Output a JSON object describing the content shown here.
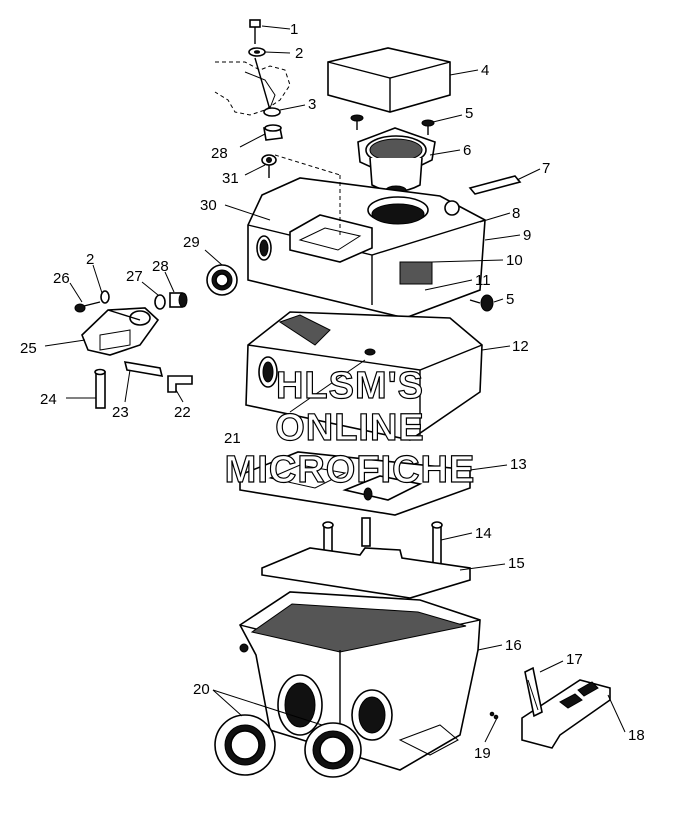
{
  "watermark": {
    "line1": "HLSM'S",
    "line2": "ONLINE",
    "line3": "MICROFICHE"
  },
  "callouts": [
    {
      "id": "c1",
      "label": "1"
    },
    {
      "id": "c2a",
      "label": "2"
    },
    {
      "id": "c3",
      "label": "3"
    },
    {
      "id": "c4",
      "label": "4"
    },
    {
      "id": "c5a",
      "label": "5"
    },
    {
      "id": "c6",
      "label": "6"
    },
    {
      "id": "c7",
      "label": "7"
    },
    {
      "id": "c8",
      "label": "8"
    },
    {
      "id": "c9",
      "label": "9"
    },
    {
      "id": "c10",
      "label": "10"
    },
    {
      "id": "c11",
      "label": "11"
    },
    {
      "id": "c5b",
      "label": "5"
    },
    {
      "id": "c12",
      "label": "12"
    },
    {
      "id": "c13",
      "label": "13"
    },
    {
      "id": "c14",
      "label": "14"
    },
    {
      "id": "c15",
      "label": "15"
    },
    {
      "id": "c16",
      "label": "16"
    },
    {
      "id": "c17",
      "label": "17"
    },
    {
      "id": "c18",
      "label": "18"
    },
    {
      "id": "c19",
      "label": "19"
    },
    {
      "id": "c20",
      "label": "20"
    },
    {
      "id": "c21",
      "label": "21"
    },
    {
      "id": "c22",
      "label": "22"
    },
    {
      "id": "c23",
      "label": "23"
    },
    {
      "id": "c24",
      "label": "24"
    },
    {
      "id": "c25",
      "label": "25"
    },
    {
      "id": "c26",
      "label": "26"
    },
    {
      "id": "c2b",
      "label": "2"
    },
    {
      "id": "c27",
      "label": "27"
    },
    {
      "id": "c28a",
      "label": "28"
    },
    {
      "id": "c29",
      "label": "29"
    },
    {
      "id": "c30",
      "label": "30"
    },
    {
      "id": "c31",
      "label": "31"
    },
    {
      "id": "c28b",
      "label": "28"
    }
  ]
}
